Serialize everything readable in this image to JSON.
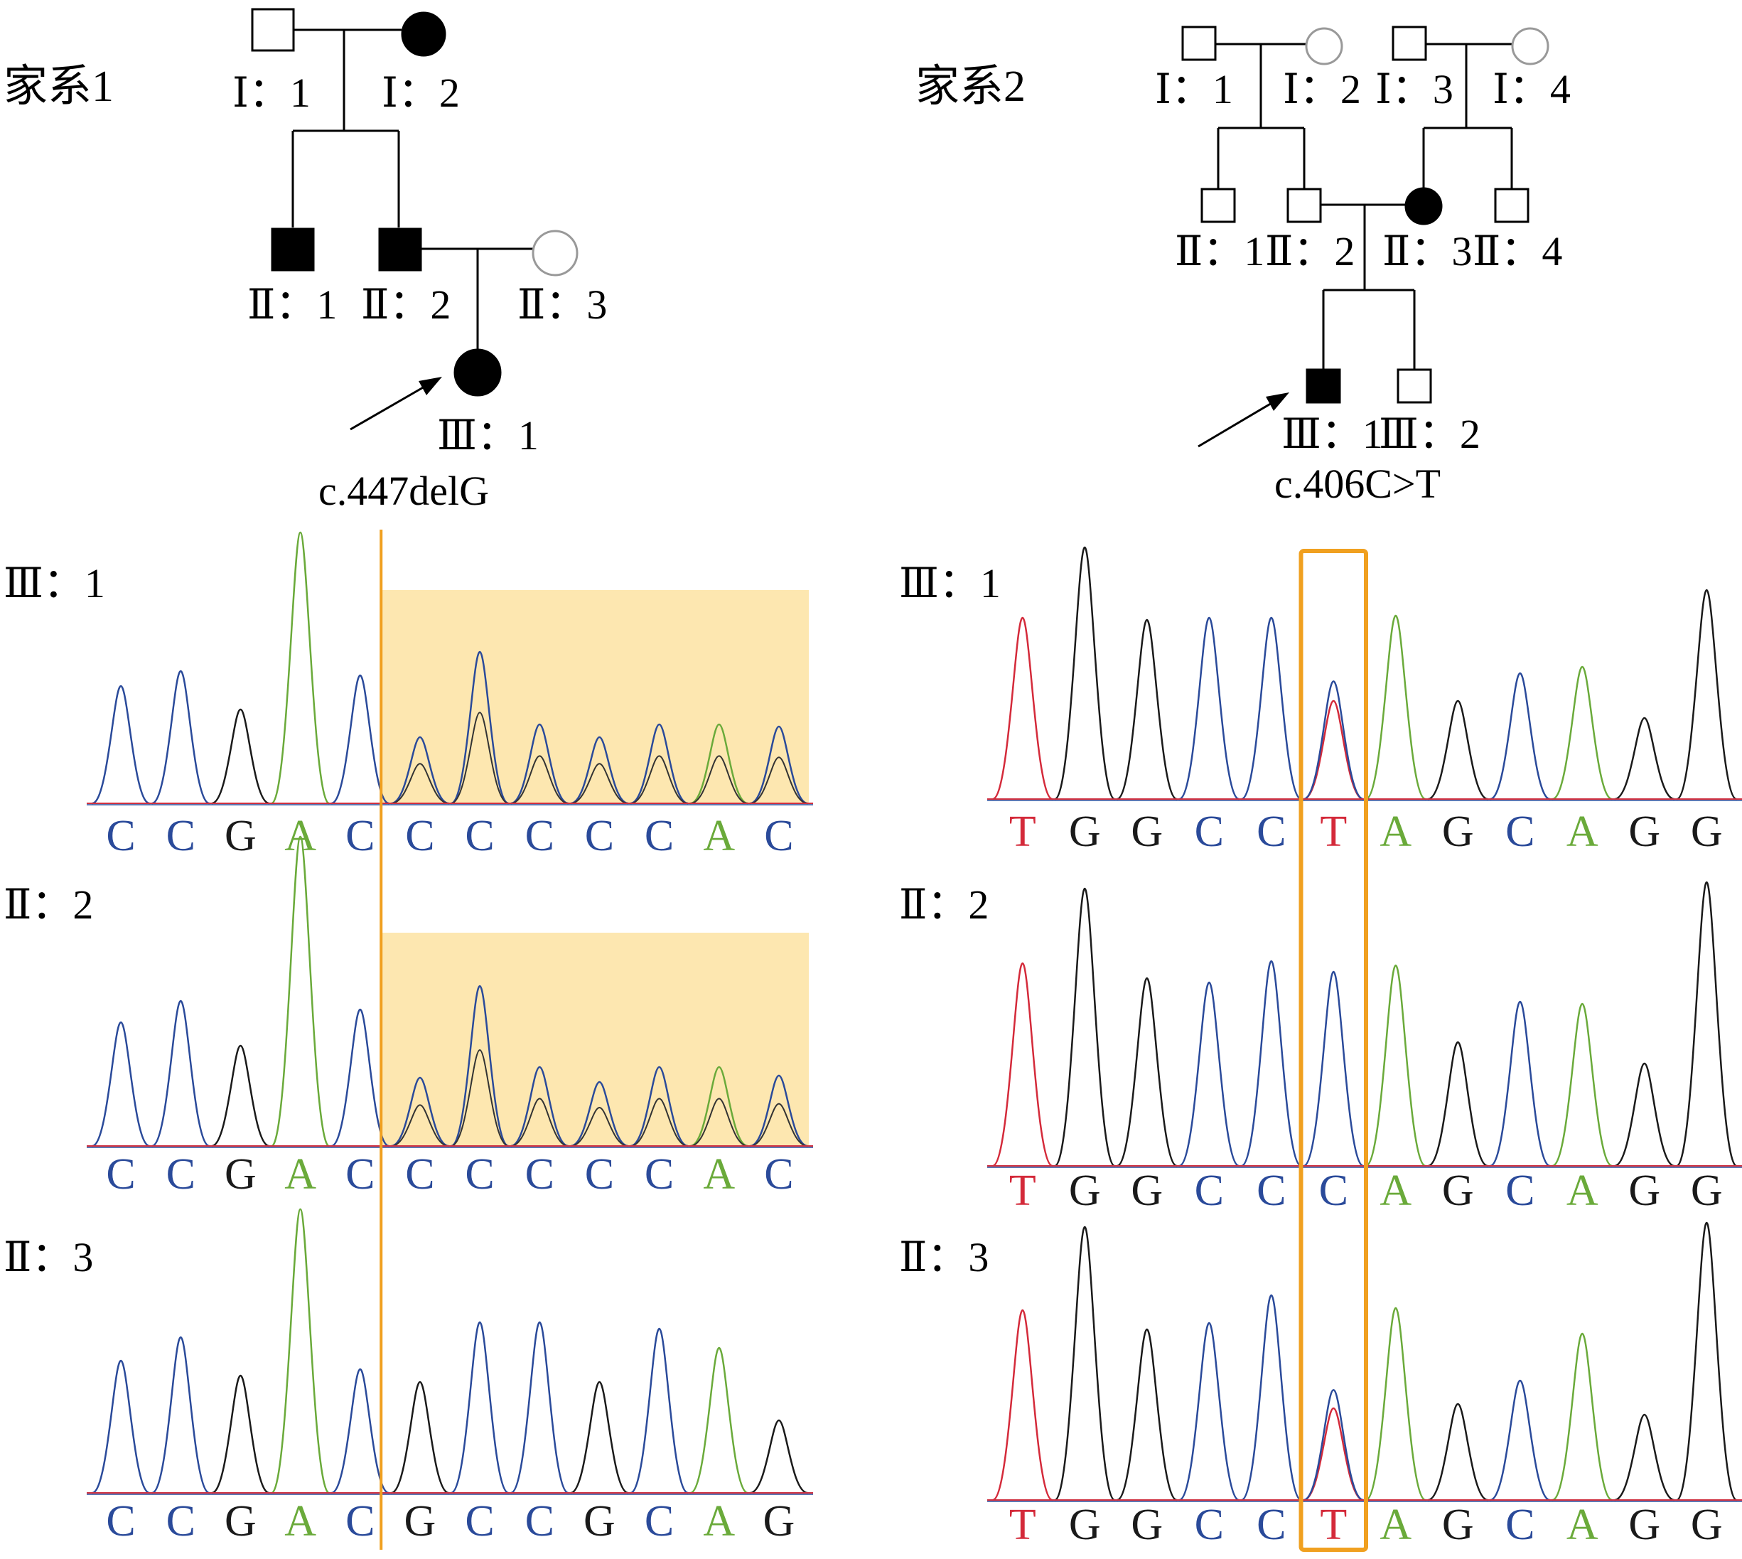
{
  "families": [
    {
      "title": "家系1",
      "mutation": "c.447delG",
      "pedigree": {
        "members": [
          {
            "id": "I:1",
            "label": "Ⅰ：1",
            "sex": "male",
            "affected": false
          },
          {
            "id": "I:2",
            "label": "Ⅰ：2",
            "sex": "female",
            "affected": true
          },
          {
            "id": "II:1",
            "label": "Ⅱ：1",
            "sex": "male",
            "affected": true
          },
          {
            "id": "II:2",
            "label": "Ⅱ：2",
            "sex": "male",
            "affected": true
          },
          {
            "id": "II:3",
            "label": "Ⅱ：3",
            "sex": "female",
            "affected": false
          },
          {
            "id": "III:1",
            "label": "Ⅲ：1",
            "sex": "female",
            "affected": true,
            "proband": true
          }
        ]
      },
      "traces": [
        {
          "label": "Ⅲ：1",
          "bases": [
            "C",
            "C",
            "G",
            "A",
            "C",
            "C",
            "C",
            "C",
            "C",
            "C",
            "A",
            "C"
          ],
          "highlight_from": 5,
          "mixed_from": 5
        },
        {
          "label": "Ⅱ：2",
          "bases": [
            "C",
            "C",
            "G",
            "A",
            "C",
            "C",
            "C",
            "C",
            "C",
            "C",
            "A",
            "C"
          ],
          "highlight_from": 5,
          "mixed_from": 5
        },
        {
          "label": "Ⅱ：3",
          "bases": [
            "C",
            "C",
            "G",
            "A",
            "C",
            "G",
            "C",
            "C",
            "G",
            "C",
            "A",
            "G"
          ],
          "highlight_from": null,
          "mixed_from": null
        }
      ]
    },
    {
      "title": "家系2",
      "mutation": "c.406C>T",
      "pedigree": {
        "members": [
          {
            "id": "I:1",
            "label": "Ⅰ：1",
            "sex": "male",
            "affected": false
          },
          {
            "id": "I:2",
            "label": "Ⅰ：2",
            "sex": "female",
            "affected": false
          },
          {
            "id": "I:3",
            "label": "Ⅰ：3",
            "sex": "male",
            "affected": false
          },
          {
            "id": "I:4",
            "label": "Ⅰ：4",
            "sex": "female",
            "affected": false
          },
          {
            "id": "II:1",
            "label": "Ⅱ：1",
            "sex": "male",
            "affected": false
          },
          {
            "id": "II:2",
            "label": "Ⅱ：2",
            "sex": "male",
            "affected": false
          },
          {
            "id": "II:3",
            "label": "Ⅱ：3",
            "sex": "female",
            "affected": true
          },
          {
            "id": "II:4",
            "label": "Ⅱ：4",
            "sex": "male",
            "affected": false
          },
          {
            "id": "III:1",
            "label": "Ⅲ：1",
            "sex": "male",
            "affected": true,
            "proband": true
          },
          {
            "id": "III:2",
            "label": "Ⅲ：2",
            "sex": "male",
            "affected": false
          }
        ]
      },
      "traces": [
        {
          "label": "Ⅲ：1",
          "bases": [
            "T",
            "G",
            "G",
            "C",
            "C",
            "T",
            "A",
            "G",
            "C",
            "A",
            "G",
            "G"
          ],
          "het_index": 5
        },
        {
          "label": "Ⅱ：2",
          "bases": [
            "T",
            "G",
            "G",
            "C",
            "C",
            "C",
            "A",
            "G",
            "C",
            "A",
            "G",
            "G"
          ],
          "het_index": null
        },
        {
          "label": "Ⅱ：3",
          "bases": [
            "T",
            "G",
            "G",
            "C",
            "C",
            "T",
            "A",
            "G",
            "C",
            "A",
            "G",
            "G"
          ],
          "het_index": 5
        }
      ]
    }
  ],
  "colors": {
    "A": "#6aaa3a",
    "C": "#2a4a9a",
    "G": "#1a1a1a",
    "T": "#d42a3a",
    "highlight_fill": "#fde7b0",
    "marker": "#f0a020"
  }
}
